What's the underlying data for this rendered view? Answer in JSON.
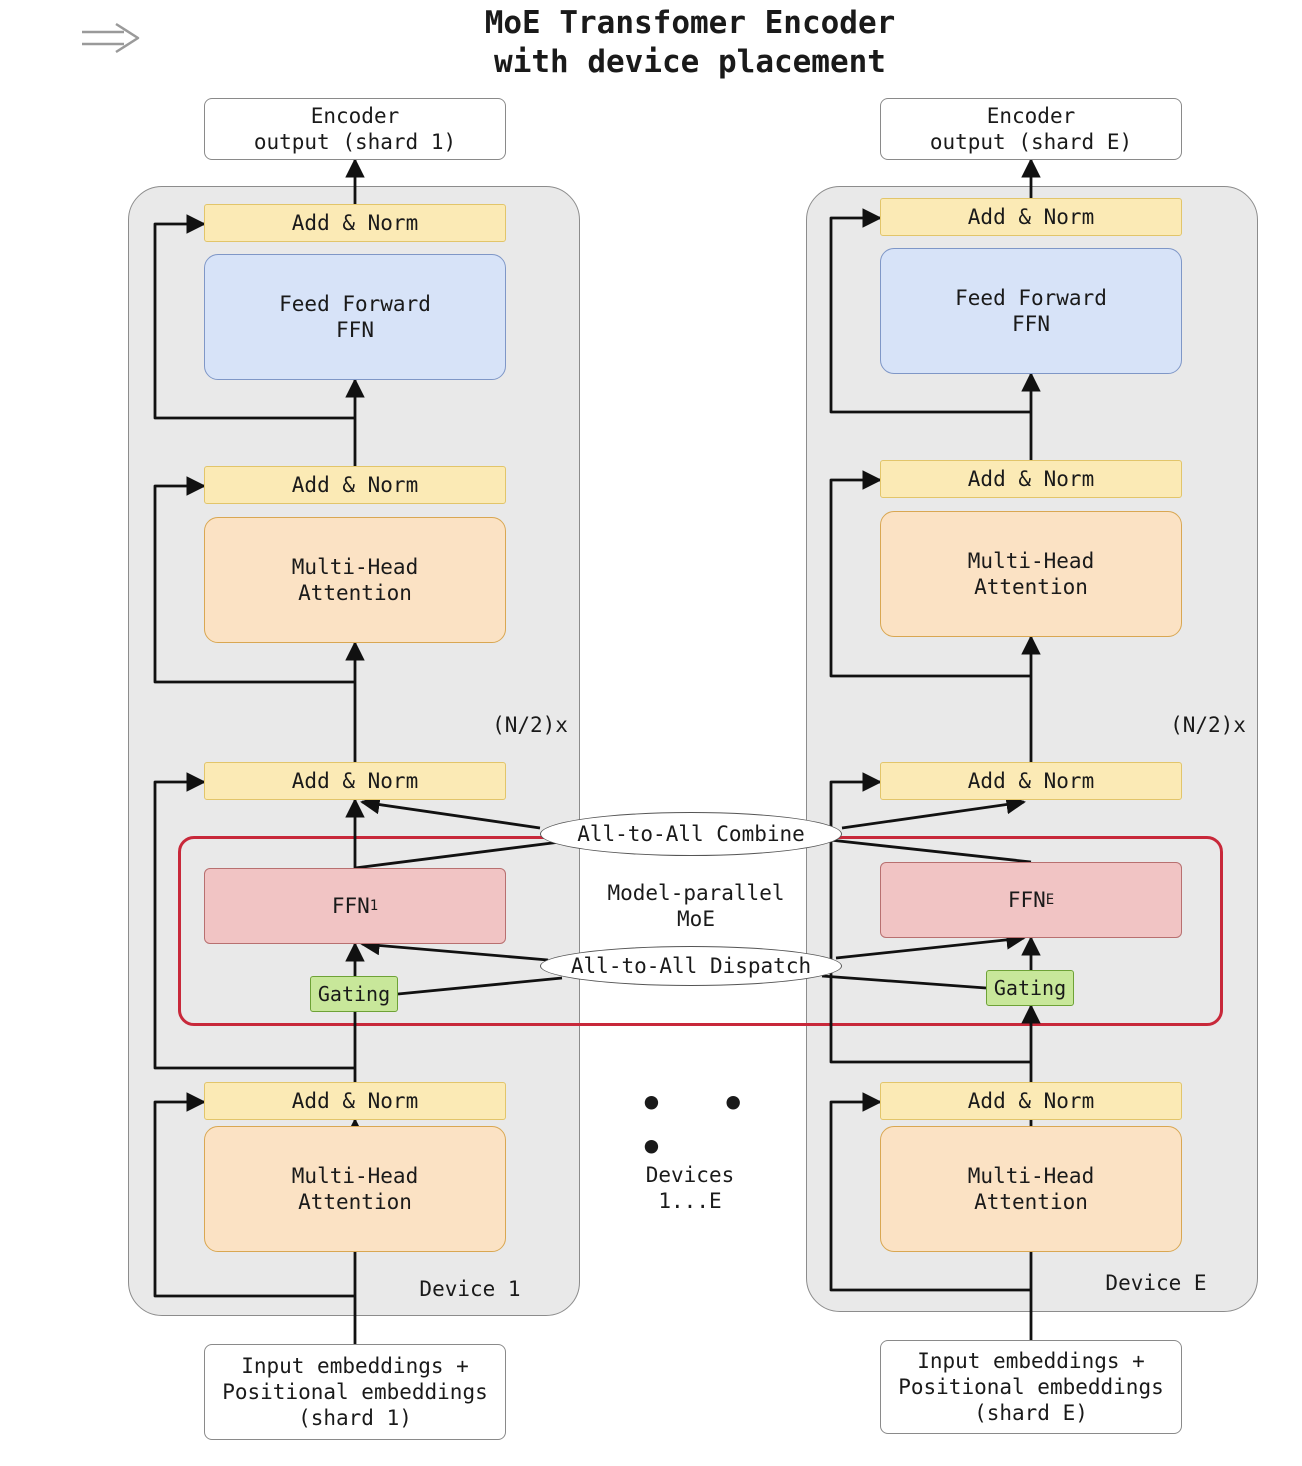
{
  "title": "MoE Transfomer Encoder\nwith device placement",
  "icon": "double-arrow-right-icon",
  "left": {
    "output": "Encoder\noutput (shard 1)",
    "add_norm_top": "Add & Norm",
    "ffn": "Feed Forward\nFFN",
    "add_norm_mid": "Add & Norm",
    "mha_top": "Multi-Head\nAttention",
    "repeat": "(N/2)x",
    "add_norm_moe": "Add & Norm",
    "expert_base": "FFN",
    "expert_sub": "1",
    "gating": "Gating",
    "add_norm_bottom": "Add & Norm",
    "mha_bottom": "Multi-Head\nAttention",
    "device": "Device 1",
    "input": "Input embeddings +\nPositional embeddings\n(shard 1)"
  },
  "right": {
    "output": "Encoder\noutput (shard E)",
    "add_norm_top": "Add & Norm",
    "ffn": "Feed Forward\nFFN",
    "add_norm_mid": "Add & Norm",
    "mha_top": "Multi-Head\nAttention",
    "repeat": "(N/2)x",
    "add_norm_moe": "Add & Norm",
    "expert_base": "FFN",
    "expert_sub": "E",
    "gating": "Gating",
    "add_norm_bottom": "Add & Norm",
    "mha_bottom": "Multi-Head\nAttention",
    "device": "Device E",
    "input": "Input embeddings +\nPositional embeddings\n(shard E)"
  },
  "center": {
    "combine": "All-to-All Combine",
    "dispatch": "All-to-All Dispatch",
    "moe_label": "Model-parallel\nMoE",
    "ellipsis": "• • •",
    "devices": "Devices\n1...E"
  },
  "colors": {
    "add_norm": "#fbeab5",
    "feed_forward": "#d7e3f8",
    "attention": "#fbe2c4",
    "expert": "#f1c4c4",
    "gating": "#c8e79a",
    "moe_border": "#c8283a",
    "device_bg": "#e9e9e9"
  }
}
